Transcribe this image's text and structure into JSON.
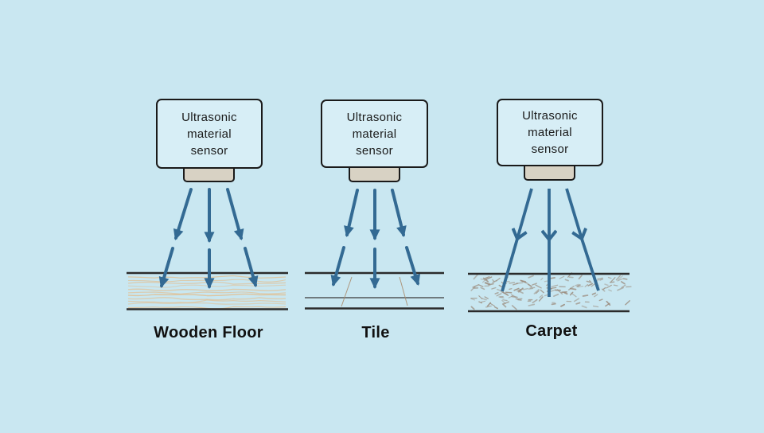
{
  "panels": [
    {
      "sensor_label_lines": [
        "Ultrasonic",
        "material",
        "sensor"
      ],
      "floor_label": "Wooden Floor"
    },
    {
      "sensor_label_lines": [
        "Ultrasonic",
        "material",
        "sensor"
      ],
      "floor_label": "Tile"
    },
    {
      "sensor_label_lines": [
        "Ultrasonic",
        "material",
        "sensor"
      ],
      "floor_label": "Carpet"
    }
  ],
  "colors": {
    "background": "#c9e7f1",
    "sensor_box_fill": "#d7eef6",
    "sensor_box_border": "#1a1a1a",
    "sensor_text": "#1a1a1a",
    "transducer_fill": "#d8d2c4",
    "arrow": "#336a93",
    "floor_line": "#2b2b2b",
    "wood_grain": "#e2bf92",
    "tile_grout": "#a98a6a",
    "carpet_fiber": "#9a8a7b",
    "label_text": "#111111"
  }
}
